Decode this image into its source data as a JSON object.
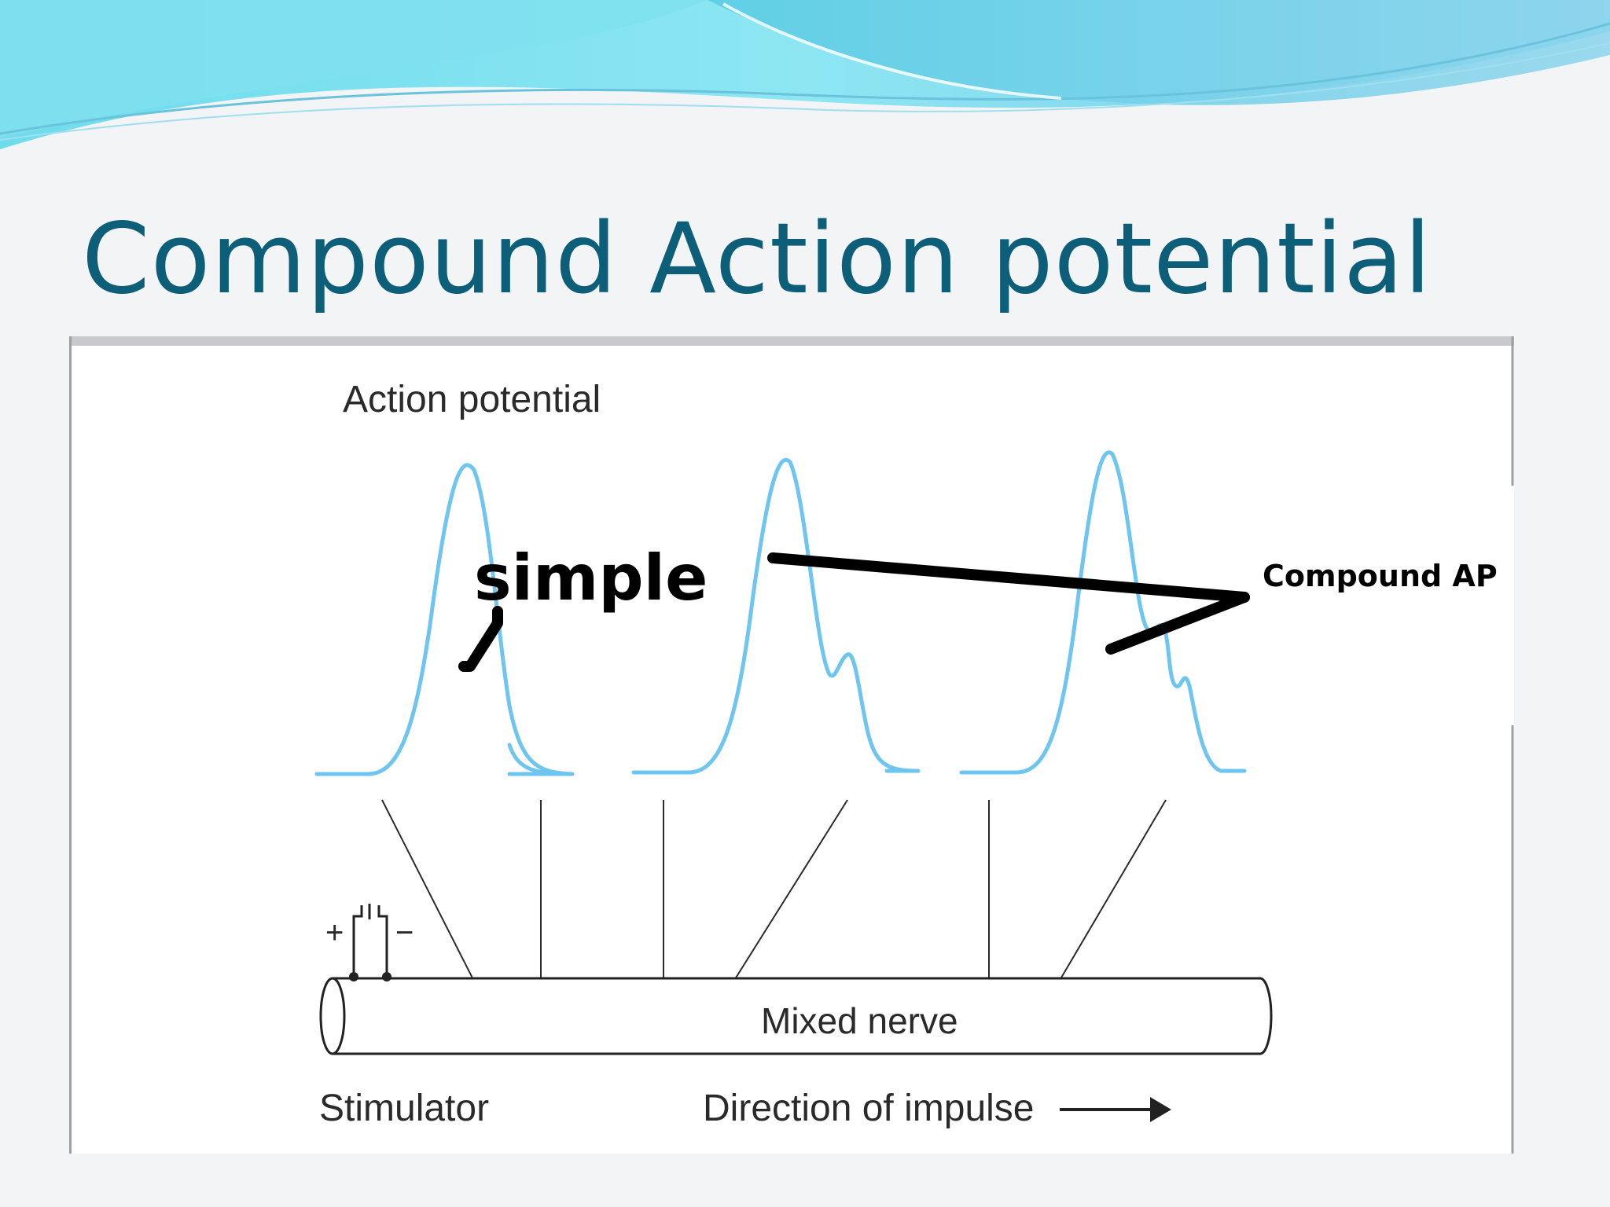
{
  "slide": {
    "title": "Compound Action potential",
    "title_color": "#0d5e78",
    "banner_colors": [
      "#7fe2f0",
      "#5ec9e6",
      "#9bd8ef"
    ]
  },
  "figure": {
    "heading": "Action potential",
    "annotation_simple": "simple",
    "annotation_compound": "Compound AP",
    "nerve_label": "Mixed nerve",
    "stimulator_label": "Stimulator",
    "stimulator_plus": "+",
    "stimulator_minus": "−",
    "direction_label": "Direction of impulse",
    "curve_color": "#6ec5ef",
    "marker_color": "#000000"
  }
}
